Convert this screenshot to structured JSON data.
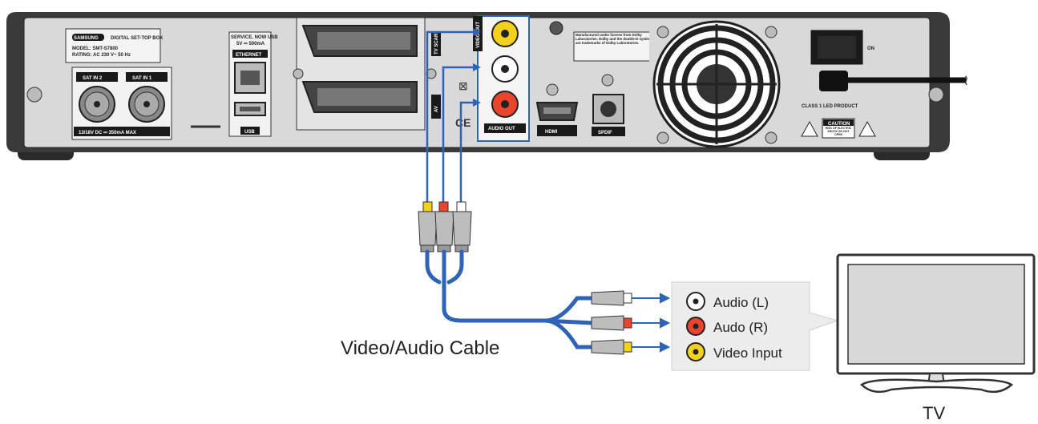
{
  "receiver": {
    "brand": "SAMSUNG",
    "model_text": "DIGITAL SET-TOP BOX",
    "rating_text": "MODEL: SMT-S7800",
    "power_text": "RATING: AC 230 V~ 50 Hz",
    "sat_in_2": "SAT IN 2",
    "sat_in_1": "SAT IN 1",
    "sat_power": "13/18V DC ⎓ 350mA MAX",
    "service_label": "SERVICE, NOW USB",
    "service_sub": "5V ⎓ 500mA",
    "ethernet": "ETHERNET",
    "usb": "USB",
    "tv_label": "TV SCART",
    "av_label": "AV",
    "video_out": "VIDEO OUT",
    "audio_out": "AUDIO OUT",
    "hdmi": "HDMI",
    "spdif": "SPDIF",
    "dolby_note": "Manufactured under license from Dolby Laboratories. Dolby and the double-D symbol are trademarks of Dolby Laboratories.",
    "laser": "CLASS 1 LED PRODUCT",
    "caution": "CAUTION",
    "caution_sub": "RISK OF ELECTRIC SHOCK DO NOT OPEN",
    "on": "ON"
  },
  "cable_label": "Video/Audio Cable",
  "tv_inputs": [
    {
      "label": "Audio (L)",
      "color": "#ffffff"
    },
    {
      "label": "Audo (R)",
      "color": "#e8452c"
    },
    {
      "label": "Video Input",
      "color": "#f4d21c"
    }
  ],
  "tv_label": "TV",
  "colors": {
    "cable_blue": "#2f63b5",
    "panel_gray": "#ececec",
    "video_yellow": "#f4d21c",
    "audio_red": "#e8452c",
    "audio_white": "#ffffff"
  }
}
